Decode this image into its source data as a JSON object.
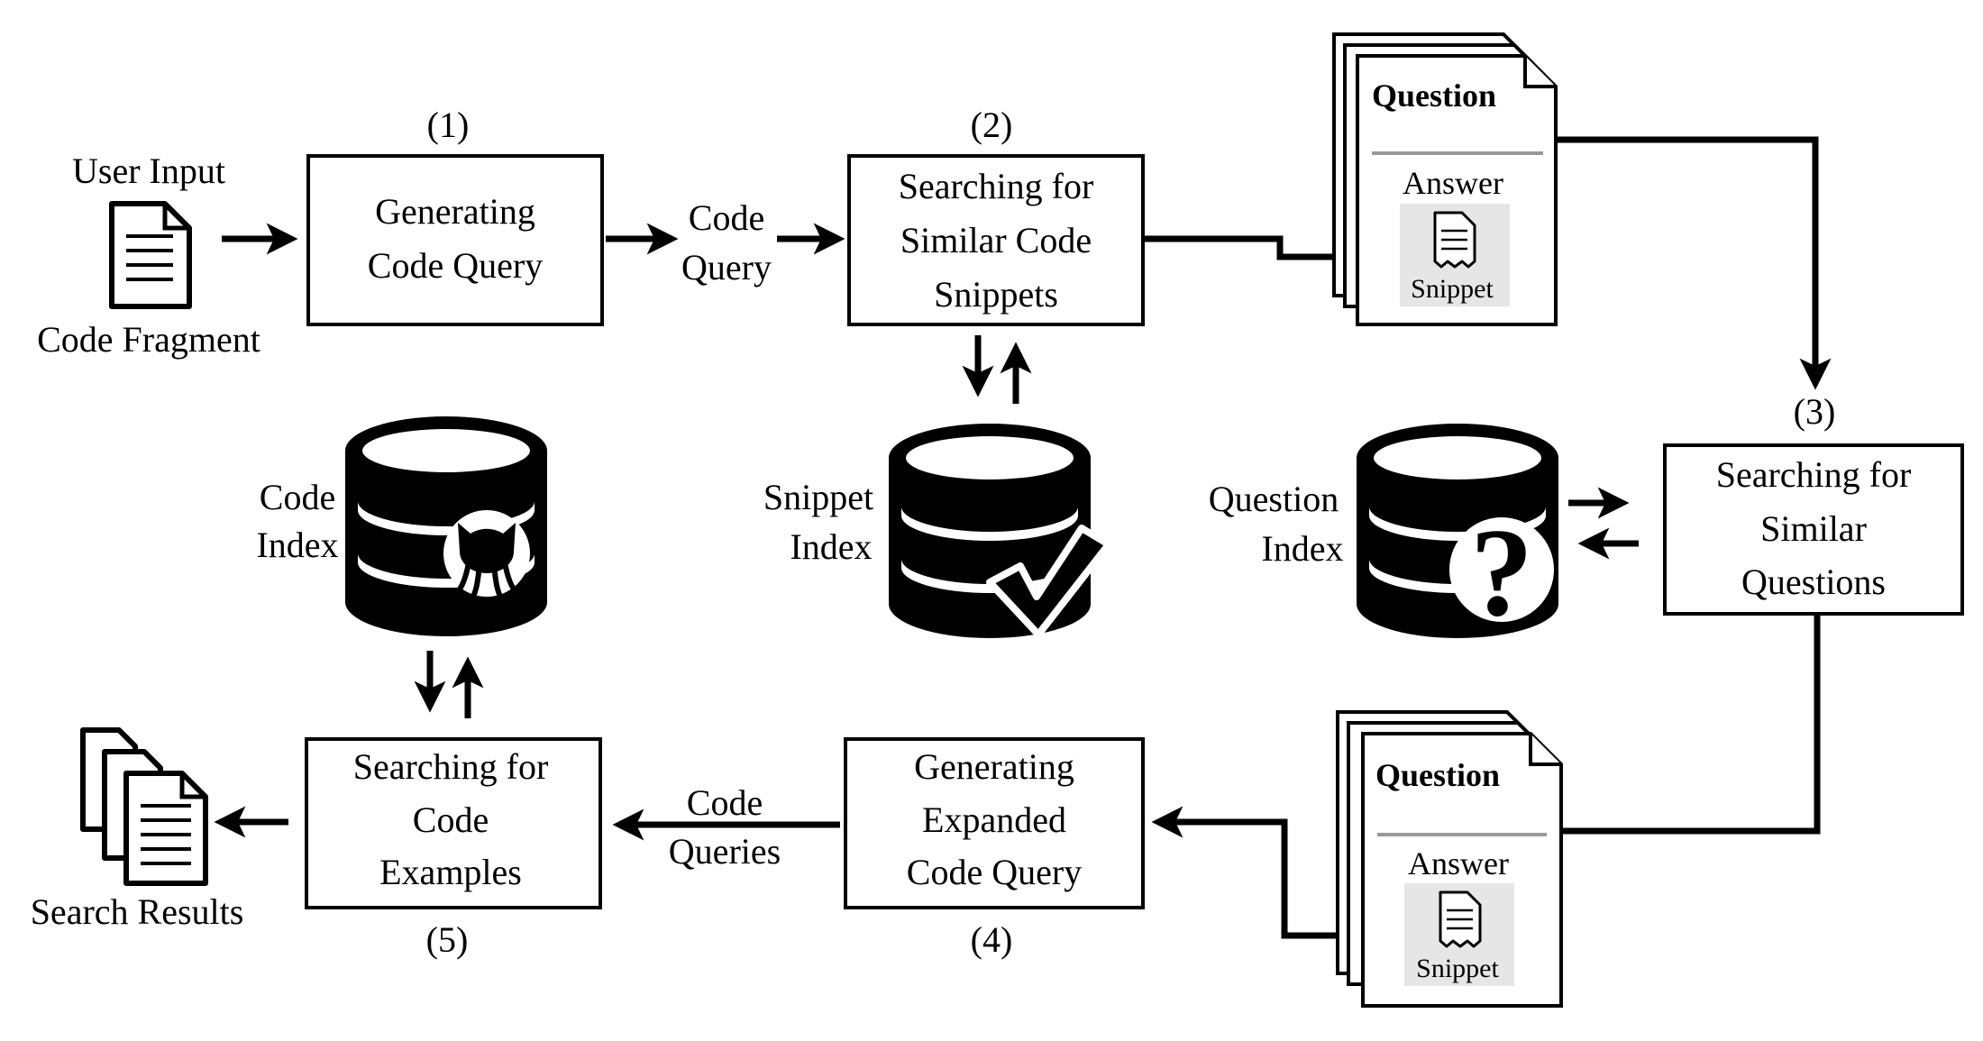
{
  "user_input": {
    "title": "User Input",
    "caption": "Code Fragment"
  },
  "steps": [
    {
      "num": "(1)",
      "lines": [
        "Generating",
        "Code Query"
      ]
    },
    {
      "num": "(2)",
      "lines": [
        "Searching for",
        "Similar Code",
        "Snippets"
      ]
    },
    {
      "num": "(3)",
      "lines": [
        "Searching for",
        "Similar",
        "Questions"
      ]
    },
    {
      "num": "(4)",
      "lines": [
        "Generating",
        "Expanded",
        "Code Query"
      ]
    },
    {
      "num": "(5)",
      "lines": [
        "Searching for",
        "Code",
        "Examples"
      ]
    }
  ],
  "edge_labels": {
    "code_query": [
      "Code",
      "Query"
    ],
    "code_queries": [
      "Code",
      "Queries"
    ]
  },
  "indexes": {
    "code": [
      "Code",
      "Index"
    ],
    "snippet": [
      "Snippet",
      "Index"
    ],
    "question": [
      "Question",
      "Index"
    ]
  },
  "qa_doc": {
    "question": "Question",
    "answer": "Answer",
    "snippet": "Snippet"
  },
  "results": {
    "caption": "Search Results"
  },
  "icons": {
    "input": "code-fragment-document-icon",
    "results": "search-results-documents-icon",
    "code_db": "github-octocat-database-icon",
    "snippet_db": "checkmark-database-icon",
    "question_db": "question-mark-database-icon"
  }
}
